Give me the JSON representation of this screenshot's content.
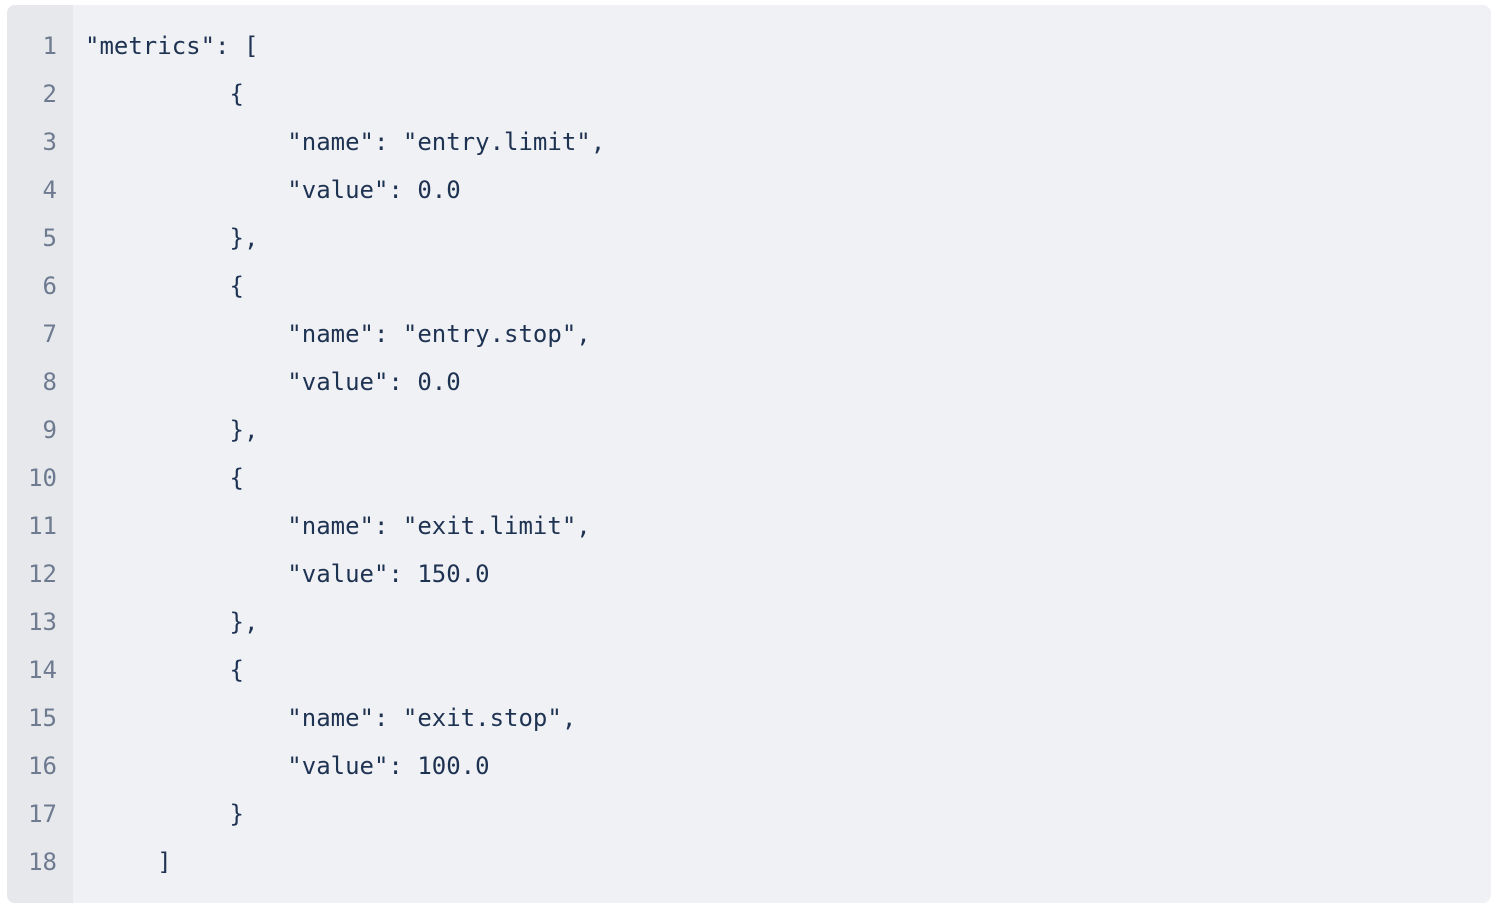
{
  "code_block": {
    "language": "json",
    "colors": {
      "page_background": "#ffffff",
      "code_background": "#f0f1f4",
      "gutter_background": "#e6e8ec",
      "code_text": "#1e3252",
      "line_number_text": "#6e7a8f"
    },
    "lines": [
      {
        "number": "1",
        "text": "\"metrics\": ["
      },
      {
        "number": "2",
        "text": "          {"
      },
      {
        "number": "3",
        "text": "              \"name\": \"entry.limit\","
      },
      {
        "number": "4",
        "text": "              \"value\": 0.0"
      },
      {
        "number": "5",
        "text": "          },"
      },
      {
        "number": "6",
        "text": "          {"
      },
      {
        "number": "7",
        "text": "              \"name\": \"entry.stop\","
      },
      {
        "number": "8",
        "text": "              \"value\": 0.0"
      },
      {
        "number": "9",
        "text": "          },"
      },
      {
        "number": "10",
        "text": "          {"
      },
      {
        "number": "11",
        "text": "              \"name\": \"exit.limit\","
      },
      {
        "number": "12",
        "text": "              \"value\": 150.0"
      },
      {
        "number": "13",
        "text": "          },"
      },
      {
        "number": "14",
        "text": "          {"
      },
      {
        "number": "15",
        "text": "              \"name\": \"exit.stop\","
      },
      {
        "number": "16",
        "text": "              \"value\": 100.0"
      },
      {
        "number": "17",
        "text": "          }"
      },
      {
        "number": "18",
        "text": "     ]"
      }
    ]
  }
}
